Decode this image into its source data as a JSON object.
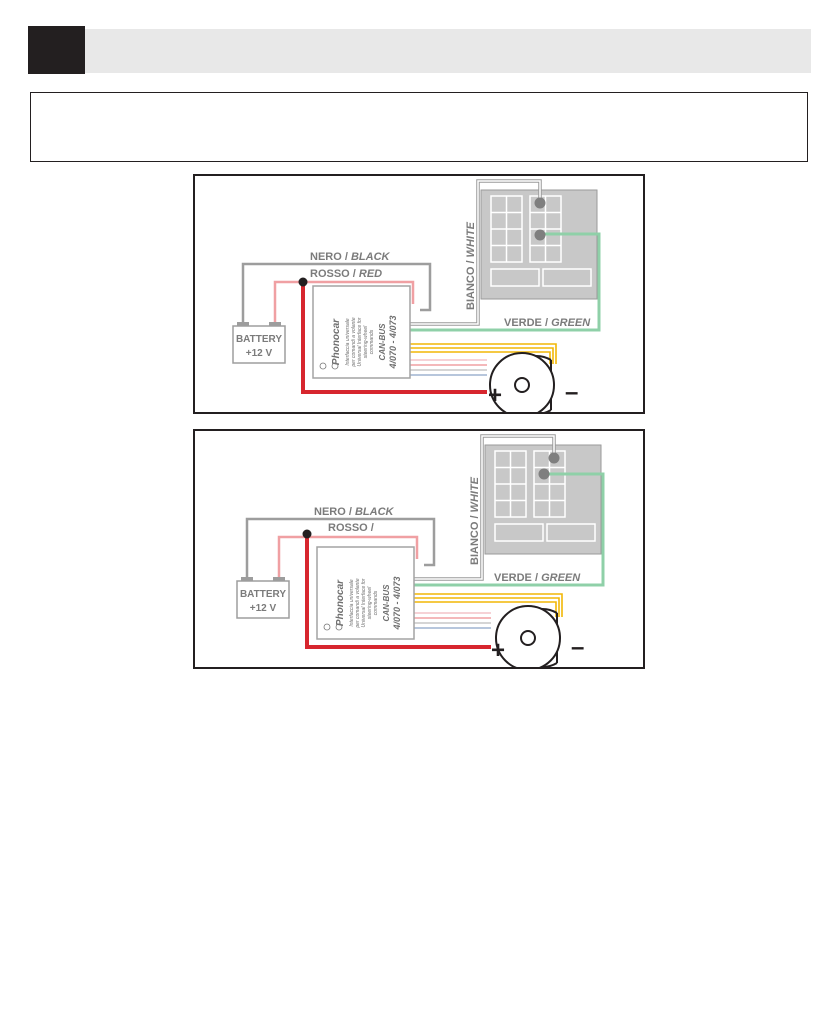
{
  "colors": {
    "black_wire": "#9d9d9d",
    "red_wire_thin": "#f0a0a3",
    "red_wire_thick": "#d7262e",
    "white_wire": "#9a9a9a",
    "green_wire": "#8fd0a8",
    "yellow_wire": "#f2b707",
    "connector_fill": "#c8c8c8"
  },
  "diagrams": [
    {
      "labels": {
        "black_it": "NERO /",
        "black_en": "BLACK",
        "red_it": "ROSSO /",
        "red_en": "RED",
        "white_it": "BIANCO /",
        "white_en": "WHITE",
        "green_it": "VERDE /",
        "green_en": "GREEN",
        "battery_title": "BATTERY",
        "battery_voltage": "+12 V",
        "plus_sign": "+",
        "minus_sign": "–"
      },
      "module": {
        "brand": "Phonocar",
        "desc_1": "Interfaccia universale",
        "desc_2": "per comandi a volante",
        "desc_3": "Universal Interface for",
        "desc_4": "steering-wheel",
        "desc_5": "commands",
        "bus": "CAN-BUS",
        "model": "4/070 - 4/073"
      }
    },
    {
      "labels": {
        "black_it": "NERO /",
        "black_en": "BLACK",
        "red_it": "ROSSO /",
        "red_en": "",
        "white_it": "BIANCO /",
        "white_en": "WHITE",
        "green_it": "VERDE /",
        "green_en": "GREEN",
        "battery_title": "BATTERY",
        "battery_voltage": "+12 V",
        "plus_sign": "+",
        "minus_sign": "–"
      },
      "module": {
        "brand": "Phonocar",
        "desc_1": "Interfaccia universale",
        "desc_2": "per comandi a volante",
        "desc_3": "Universal Interface for",
        "desc_4": "steering-wheel",
        "desc_5": "commands",
        "bus": "CAN-BUS",
        "model": "4/070 - 4/073"
      }
    }
  ]
}
